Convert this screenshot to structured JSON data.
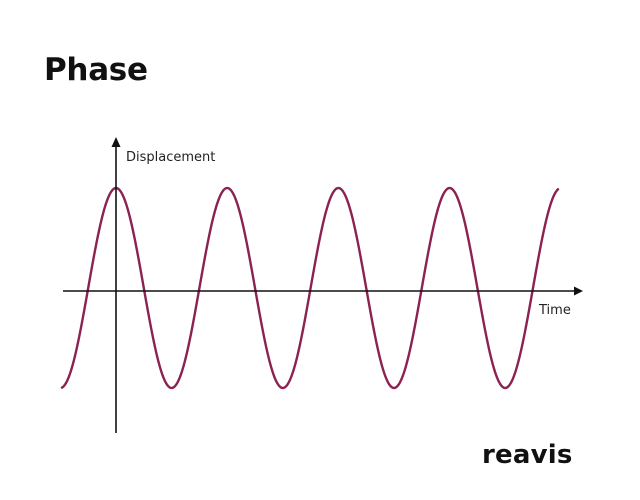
{
  "slide": {
    "title": "Phase",
    "brand": "reavis"
  },
  "diagram": {
    "y_axis_label": "Displacement",
    "x_axis_label": "Time",
    "wave_color": "#8b2252",
    "axis_color": "#111111",
    "wave": {
      "shape": "cosine",
      "visible_cycles": 4,
      "starts_at": "trough before the vertical axis",
      "peak_at_vertical_axis": true
    }
  }
}
